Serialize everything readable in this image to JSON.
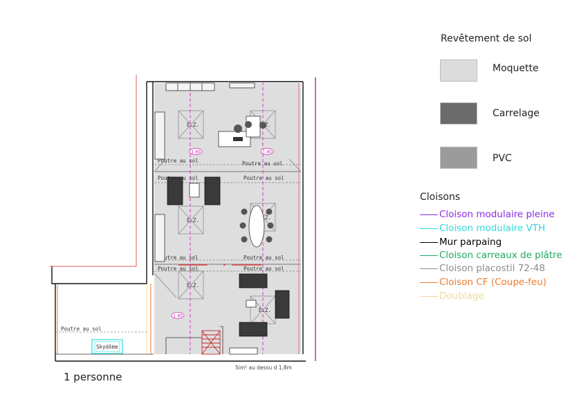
{
  "flooring": {
    "title": "Revêtement de sol",
    "items": [
      {
        "label": "Moquette",
        "color": "#dcdcdc"
      },
      {
        "label": "Carrelage",
        "color": "#6b6b6b"
      },
      {
        "label": "PVC",
        "color": "#9b9b9b"
      }
    ]
  },
  "partitions": {
    "title": "Cloisons",
    "items": [
      {
        "label": "Cloison modulaire pleine",
        "color": "#8a2be2"
      },
      {
        "label": "Cloison modulaire VTH",
        "color": "#2fd8d8"
      },
      {
        "label": "Mur parpaing",
        "color": "#000000"
      },
      {
        "label": "Cloison carreaux de plâtre",
        "color": "#1aa860"
      },
      {
        "label": "Cloison placostil 72-48",
        "color": "#8c8c8c"
      },
      {
        "label": "Cloison CF (Coupe-feu)",
        "color": "#f07a2a"
      },
      {
        "label": "Doublage",
        "color": "#f2d89a"
      }
    ]
  },
  "plan": {
    "beam_label": "Poutre au sol",
    "ez_label": "E.Z.",
    "height_tag": "1.80",
    "skylight_label": "Skydôme"
  },
  "footer": {
    "caption": "1 personne",
    "scale_note": "5im² au dessu d 1,8m"
  }
}
